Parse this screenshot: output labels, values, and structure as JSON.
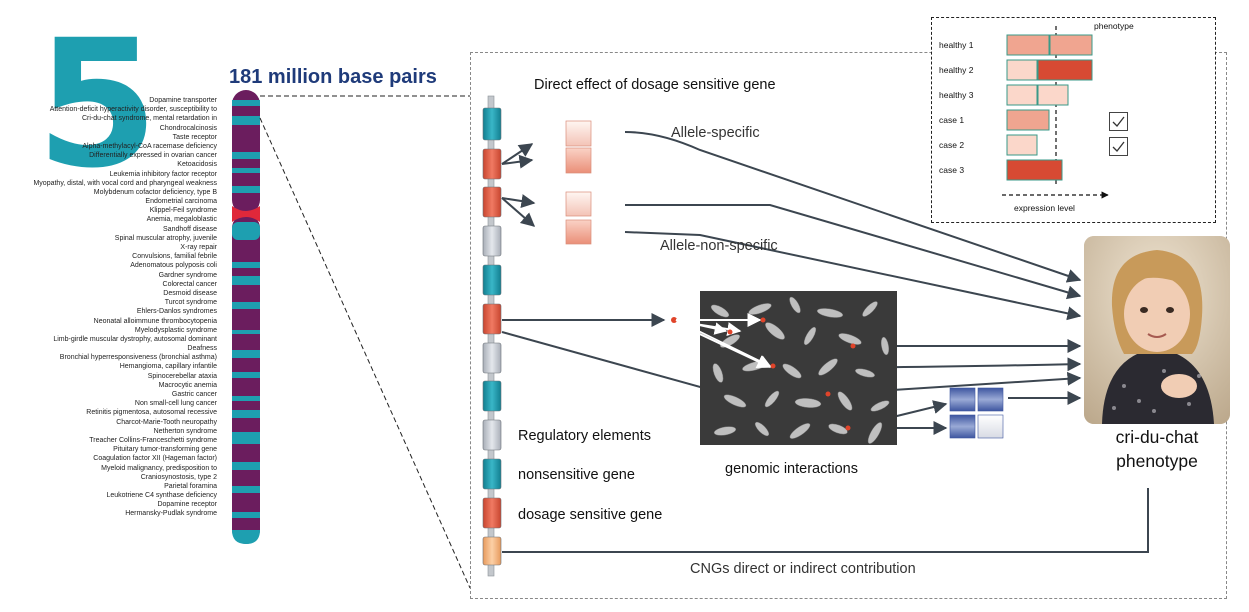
{
  "chromosome": {
    "number": "5",
    "base_pairs": "181 million base pairs",
    "diseases": [
      "Dopamine transporter",
      "Attention-deficit hyperactivity disorder, susceptibility to",
      "Cri-du-chat syndrome, mental retardation in",
      "Chondrocalcinosis",
      "Taste receptor",
      "Alpha-methylacyl-CoA racemase deficiency",
      "Differentially expressed in ovarian cancer",
      "Ketoacidosis",
      "Leukemia inhibitory factor receptor",
      "Myopathy, distal, with vocal cord and pharyngeal weakness",
      "Molybdenum cofactor deficiency, type B",
      "Endometrial carcinoma",
      "Klippel-Feil syndrome",
      "Anemia, megaloblastic",
      "Sandhoff disease",
      "Spinal muscular atrophy, juvenile",
      "X-ray repair",
      "Convulsions, familial febrile",
      "Adenomatous polyposis coli",
      "Gardner syndrome",
      "Colorectal cancer",
      "Desmoid disease",
      "Turcot syndrome",
      "Ehlers-Danlos syndromes",
      "Neonatal alloimmune thrombocytopenia",
      "Myelodysplastic syndrome",
      "Limb-girdle muscular dystrophy, autosomal dominant",
      "Deafness",
      "Bronchial hyperresponsiveness (bronchial asthma)",
      "Hemangioma, capillary infantile",
      "Spinocerebellar ataxia",
      "Macrocytic anemia",
      "Gastric cancer",
      "Non small-cell lung cancer",
      "Retinitis pigmentosa, autosomal recessive",
      "Charcot-Marie-Tooth neuropathy",
      "Netherton syndrome",
      "Treacher Collins-Franceschetti syndrome",
      "Pituitary tumor-transforming gene",
      "Coagulation factor XII (Hageman factor)",
      "Myeloid malignancy, predisposition to",
      "Craniosynostosis, type 2",
      "Parietal foramina",
      "Leukotriene C4 synthase deficiency",
      "Dopamine receptor",
      "Hermansky-Pudlak syndrome"
    ]
  },
  "labels": {
    "direct_effect": "Direct effect of dosage sensitive gene",
    "allele_specific": "Allele-specific",
    "allele_non_specific": "Allele-non-specific",
    "genomic_interactions": "genomic interactions",
    "cngs": "CNGs direct or indirect contribution",
    "cdc_line1": "cri-du-chat",
    "cdc_line2": "phenotype"
  },
  "legend": {
    "regulatory": "Regulatory elements",
    "nonsensitive": "nonsensitive gene",
    "dosage": "dosage sensitive gene"
  },
  "phenotype_panel": {
    "title": "phenotype",
    "axis_label": "expression level",
    "rows": [
      "healthy 1",
      "healthy 2",
      "healthy 3",
      "case 1",
      "case 2",
      "case 3"
    ]
  },
  "colors": {
    "teal": "#1e9fb0",
    "purple": "#6b1d5e",
    "dosage_red": "#e0604a",
    "nonsensitive_gray": "#c8ccd3",
    "regulatory_orange": "#f0b07a",
    "navy": "#1f3b7a",
    "arrow": "#3c4650"
  }
}
